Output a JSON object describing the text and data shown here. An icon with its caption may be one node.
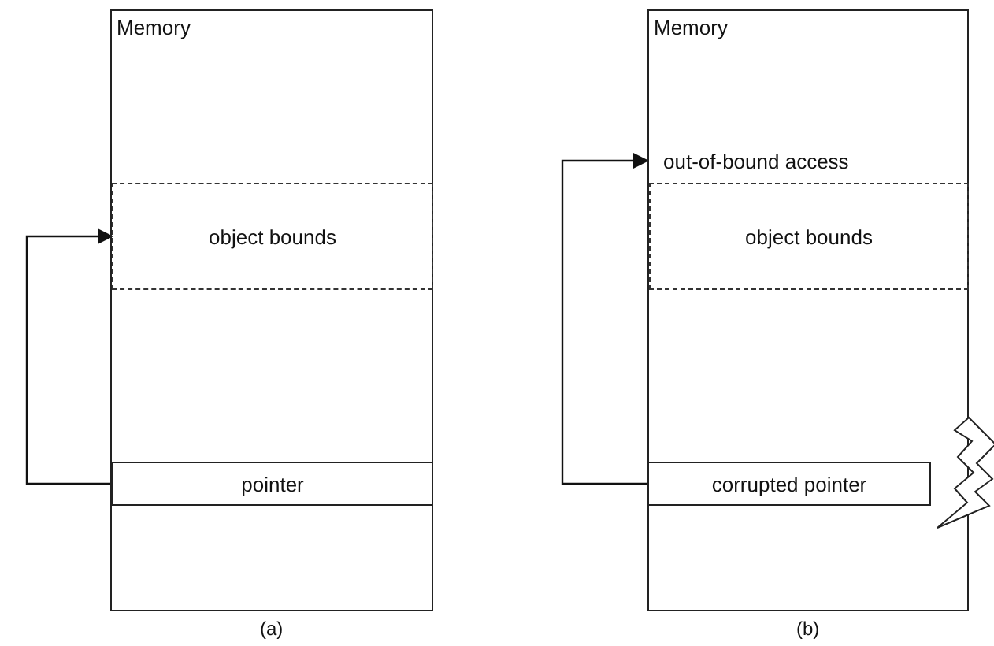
{
  "diagram": {
    "nodes": [
      {
        "text": [
          "Memory"
        ],
        "beside": [
          "(a)"
        ]
      },
      {
        "text": [
          "object bounds"
        ],
        "in": 0
      },
      {
        "text": [
          "pointer"
        ],
        "in": 0
      },
      {
        "text": [
          "Memory"
        ],
        "beside": [
          "(b)"
        ]
      },
      {
        "text": [
          "out-of-bound access"
        ],
        "in": 3
      },
      {
        "text": [
          "object bounds"
        ],
        "in": 3
      },
      {
        "text": [
          "corrupted pointer"
        ],
        "in": 3
      }
    ],
    "edges": [
      {
        "from": 2,
        "to": 1,
        "arrow": "to"
      },
      {
        "from": 6,
        "to": 4,
        "arrow": "to"
      }
    ]
  }
}
